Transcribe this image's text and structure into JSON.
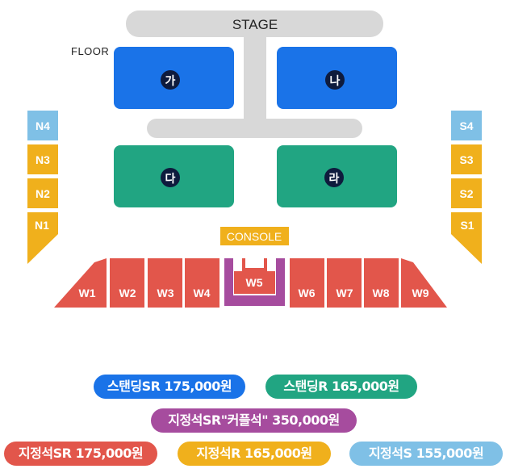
{
  "map": {
    "stage_label": "STAGE",
    "floor_label": "FLOOR",
    "console_label": "CONSOLE",
    "floor_sections": [
      "가",
      "나",
      "다",
      "라"
    ],
    "left_side": [
      "N4",
      "N3",
      "N2",
      "N1"
    ],
    "right_side": [
      "S4",
      "S3",
      "S2",
      "S1"
    ],
    "west_sections": [
      "W1",
      "W2",
      "W3",
      "W4",
      "W5",
      "W6",
      "W7",
      "W8",
      "W9"
    ]
  },
  "legend": [
    {
      "label": "스탠딩SR 175,000원",
      "color": "#1a73e8"
    },
    {
      "label": "스탠딩R 165,000원",
      "color": "#21a582"
    },
    {
      "label": "지정석SR\"커플석\" 350,000원",
      "color": "#a64c9e"
    },
    {
      "label": "지정석SR 175,000원",
      "color": "#e2564b"
    },
    {
      "label": "지정석R 165,000원",
      "color": "#f0b01c"
    },
    {
      "label": "지정석S 155,000원",
      "color": "#7fc0e6"
    }
  ],
  "colors": {
    "stage": "#d8d8d8",
    "floor_blue": "#1a73e8",
    "floor_green": "#21a582",
    "red": "#e2564b",
    "yellow": "#f0b01c",
    "light_blue": "#7fc0e6",
    "purple": "#a64c9e",
    "marker": "#0e1b3d"
  }
}
